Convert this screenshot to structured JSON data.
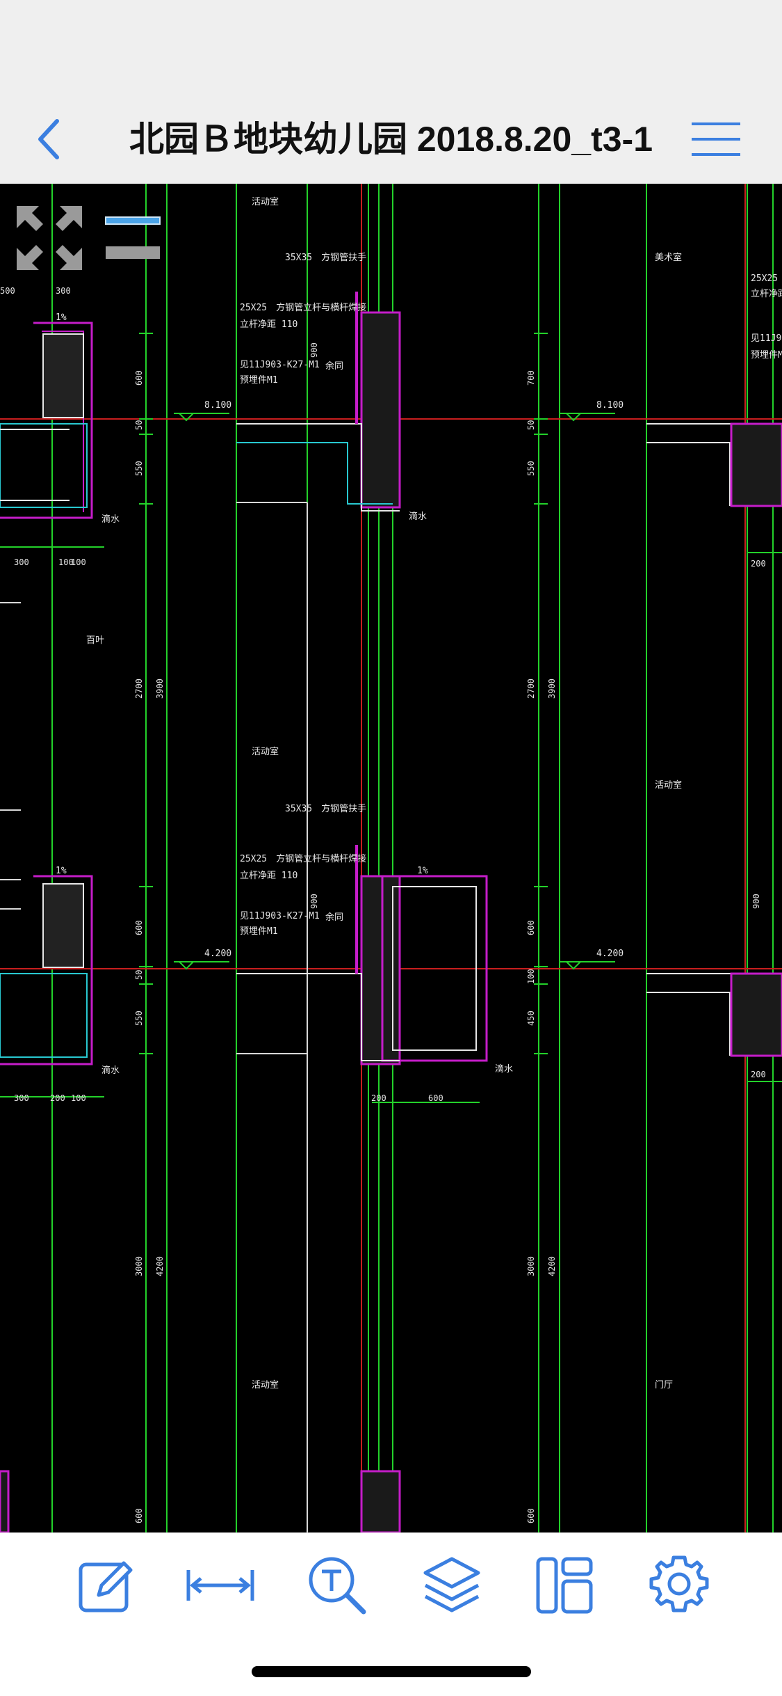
{
  "header": {
    "title": "北园Ｂ地块幼儿园 2018.8.20_t3-1",
    "back_icon": "chevron-left-icon",
    "menu_icon": "hamburger-menu-icon"
  },
  "colors": {
    "accent": "#3b7fe0",
    "canvas_bg": "#000000",
    "cad_green": "#23d12a",
    "cad_magenta": "#c51dc9",
    "cad_red": "#c81e1e",
    "cad_cyan": "#28c8d0",
    "cad_white": "#e6e6e6",
    "cad_yellow": "#e0d51a"
  },
  "drawing": {
    "room_labels": {
      "activity_1": "活动室",
      "activity_2": "活动室",
      "activity_3": "活动室",
      "activity_4": "活动室",
      "art_room": "美术室",
      "hall": "门厅"
    },
    "annotations": {
      "handrail_1": "35X35　方钢管扶手",
      "handrail_2": "35X35　方钢管扶手",
      "vertical_1": "25X25　方钢管立杆与横杆焊接",
      "vertical_2": "25X25　方钢管立杆与横杆焊接",
      "spacing_1": "立杆净距 110",
      "spacing_2": "立杆净距 110",
      "detail_1": "见11J903-K27-M1",
      "detail_2": "见11J903-K27-M1",
      "embed_1": "预埋件M1",
      "embed_2": "预埋件M1",
      "same_1": "余同",
      "same_2": "余同",
      "louver": "百叶",
      "drip_1": "滴水",
      "drip_2": "滴水",
      "drip_3": "滴水",
      "drip_4": "滴水",
      "slope_1": "1%",
      "slope_2": "1%",
      "slope_3": "1%",
      "right_cut_1": "25X25",
      "right_cut_2": "立杆净距",
      "right_cut_3": "见11J903-",
      "right_cut_4": "预埋件M"
    },
    "levels": {
      "lv_upper_left": "8.100",
      "lv_upper_right": "8.100",
      "lv_lower_left": "4.200",
      "lv_lower_right": "4.200"
    },
    "dimensions": {
      "d500": "500",
      "d300a": "300",
      "d300b": "300",
      "d100a": "100",
      "d100b": "100",
      "d600a": "600",
      "d50a": "50",
      "d550a": "550",
      "d2700a": "2700",
      "d3900a": "3900",
      "d600b": "600",
      "d50b": "50",
      "d550b": "550",
      "d300c": "300",
      "d200a": "200",
      "d100c": "100",
      "d3000a": "3000",
      "d4200a": "4200",
      "d600c": "600",
      "d900a": "900",
      "d900b": "900",
      "d700": "700",
      "d50c": "50",
      "d550c": "550",
      "d2700b": "2700",
      "d3900b": "3900",
      "d600d": "600",
      "d100d": "100",
      "d450": "450",
      "d200b": "200",
      "d600e": "600",
      "d3000b": "3000",
      "d4200b": "4200",
      "d600f": "600",
      "d200c": "200",
      "d900c": "900",
      "d200d": "200"
    }
  },
  "overlay_icons": {
    "fit": "fit-screen-arrows-icon",
    "layers": "layer-toggle-icon"
  },
  "toolbar": {
    "items": [
      {
        "icon": "edit-icon"
      },
      {
        "icon": "measure-icon"
      },
      {
        "icon": "text-search-icon"
      },
      {
        "icon": "layers-icon"
      },
      {
        "icon": "layout-icon"
      },
      {
        "icon": "settings-icon"
      }
    ]
  }
}
